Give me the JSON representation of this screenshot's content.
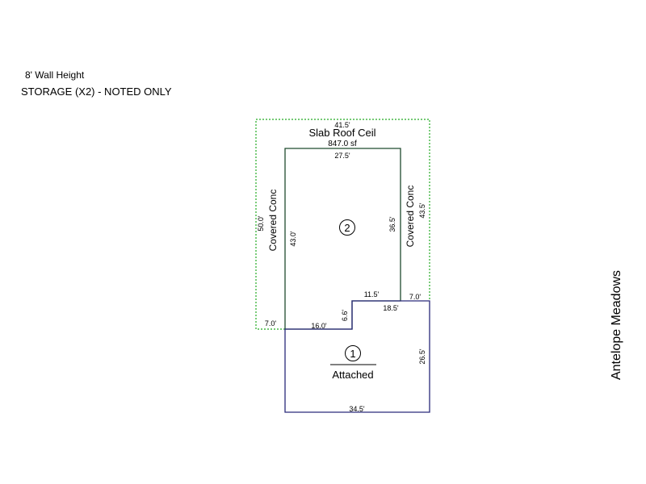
{
  "notes": {
    "wall_height": "8' Wall Height",
    "storage": "STORAGE (X2) -  NOTED ONLY"
  },
  "site_label": "Antelope Meadows",
  "colors": {
    "covered_outline": "#22aa22",
    "room2_outline": "#1f4a2e",
    "room1_outline": "#2a2a7a",
    "text": "#000000"
  },
  "covered_area": {
    "top_label": "Slab Roof Ceil",
    "area": "847.0 sf",
    "top_dim": "41.5'",
    "left_dim": "50.0'",
    "right_dim": "43.5'",
    "bottom_left_dim": "7.0'",
    "right_step_dim": "7.0'",
    "left_label": "Covered Conc",
    "right_label": "Covered Conc"
  },
  "room2": {
    "number": "2",
    "top_dim": "27.5'",
    "left_dim": "43.0'",
    "right_dim": "36.5'",
    "notch_top_dim": "11.5'",
    "notch_vertical_dim": "6.6'",
    "bottom_dim": "16.0'"
  },
  "room1": {
    "number": "1",
    "label": "Attached",
    "top_dim": "18.5'",
    "right_dim": "26.5'",
    "bottom_dim": "34.5'"
  }
}
